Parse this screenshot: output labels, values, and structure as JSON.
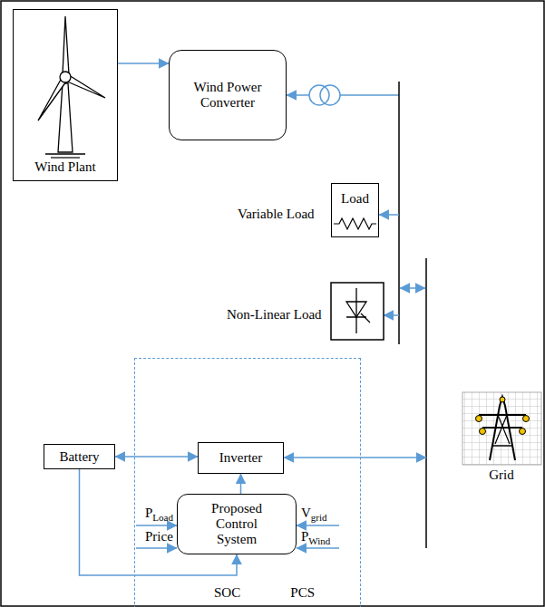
{
  "diagram": {
    "nodes": [
      {
        "text": [
          "Wind Plant"
        ]
      },
      {
        "text": [
          "Wind Power Converter"
        ]
      },
      {
        "text": [
          "Load"
        ]
      },
      {
        "text": [
          "Grid"
        ]
      },
      {
        "text": [
          "PCS"
        ]
      },
      {
        "text": [
          "Battery"
        ]
      },
      {
        "text": [
          "Inverter"
        ],
        "in": 4
      },
      {
        "text": [
          "Proposed Control System"
        ],
        "in": 4
      }
    ],
    "edges": [
      {
        "from": 0,
        "to": 1,
        "arrow": "to"
      },
      {
        "from": 5,
        "to": 6,
        "arrow": "both"
      },
      {
        "from": 7,
        "to": 6,
        "arrow": "to"
      },
      {
        "from": 5,
        "to": 7,
        "arrow": "to"
      }
    ],
    "labels": [
      "Variable Load",
      "Non-Linear Load",
      "PLoad",
      "Price",
      "Vgrid",
      "PWind",
      "SOC"
    ]
  }
}
